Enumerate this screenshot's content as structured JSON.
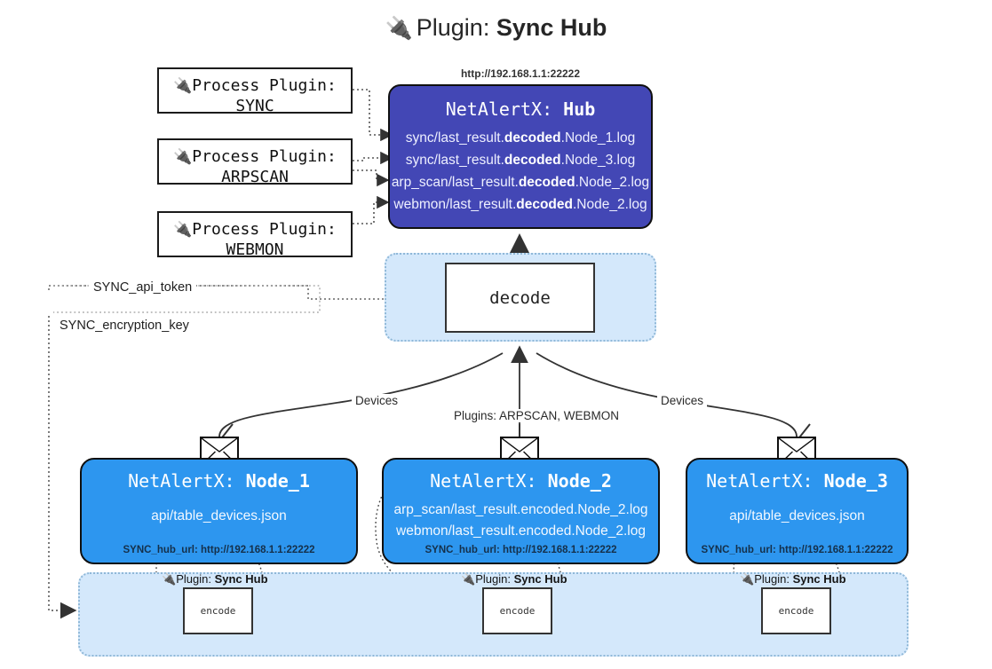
{
  "title": {
    "icon": "plug-icon",
    "prefix": "Plugin:",
    "name": "Sync Hub"
  },
  "process_plugins": [
    {
      "icon": "plug-icon",
      "line1": "Process Plugin:",
      "line2": "SYNC"
    },
    {
      "icon": "plug-icon",
      "line1": "Process Plugin:",
      "line2": "ARPSCAN"
    },
    {
      "icon": "plug-icon",
      "line1": "Process Plugin:",
      "line2": "WEBMON"
    }
  ],
  "hub": {
    "url": "http://192.168.1.1:22222",
    "title_prefix": "NetAlertX:",
    "title_name": "Hub",
    "color": "#4347b5",
    "logs": [
      {
        "pre": "sync/last_result.",
        "em": "decoded",
        "post": ".Node_1.log"
      },
      {
        "pre": "sync/last_result.",
        "em": "decoded",
        "post": ".Node_3.log"
      },
      {
        "pre": "arp_scan/last_result.",
        "em": "decoded",
        "post": ".Node_2.log"
      },
      {
        "pre": "webmon/last_result.",
        "em": "decoded",
        "post": ".Node_2.log"
      }
    ]
  },
  "decode": {
    "label": "decode",
    "container_color": "#d4e8fb"
  },
  "keys": [
    {
      "label": "SYNC_api_token"
    },
    {
      "label": "SYNC_encryption_key"
    }
  ],
  "edge_labels": {
    "left_devices": "Devices",
    "right_devices": "Devices",
    "center_plugins": "Plugins: ARPSCAN, WEBMON"
  },
  "nodes": [
    {
      "title_prefix": "NetAlertX:",
      "title_name": "Node_1",
      "color": "#2d96ef",
      "rows": [
        "api/table_devices.json"
      ],
      "hub_url": "SYNC_hub_url: http://192.168.1.1:22222",
      "icon": "envelope-icon"
    },
    {
      "title_prefix": "NetAlertX:",
      "title_name": "Node_2",
      "color": "#2d96ef",
      "rows": [
        "arp_scan/last_result.encoded.Node_2.log",
        "webmon/last_result.encoded.Node_2.log"
      ],
      "hub_url": "SYNC_hub_url: http://192.168.1.1:22222",
      "icon": "envelope-icon"
    },
    {
      "title_prefix": "NetAlertX:",
      "title_name": "Node_3",
      "color": "#2d96ef",
      "rows": [
        "api/table_devices.json"
      ],
      "hub_url": "SYNC_hub_url: http://192.168.1.1:22222",
      "icon": "envelope-icon"
    }
  ],
  "encoders": [
    {
      "plugin_prefix": "Plugin:",
      "plugin_name": "Sync Hub",
      "box_label": "encode"
    },
    {
      "plugin_prefix": "Plugin:",
      "plugin_name": "Sync Hub",
      "box_label": "encode"
    },
    {
      "plugin_prefix": "Plugin:",
      "plugin_name": "Sync Hub",
      "box_label": "encode"
    }
  ]
}
